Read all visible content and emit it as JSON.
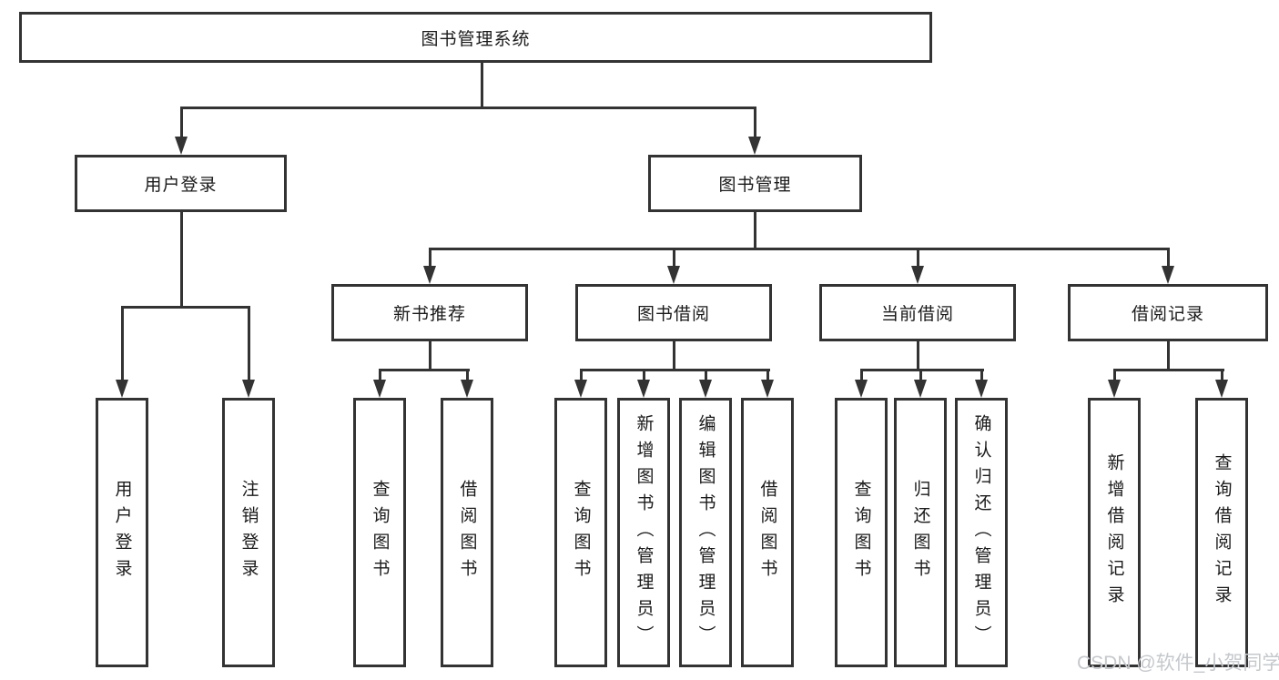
{
  "tree": {
    "root": "图书管理系统",
    "children": [
      {
        "label": "用户登录",
        "children": [
          "用户登录",
          "注销登录"
        ]
      },
      {
        "label": "图书管理",
        "children": [
          {
            "label": "新书推荐",
            "children": [
              "查询图书",
              "借阅图书"
            ]
          },
          {
            "label": "图书借阅",
            "children": [
              "查询图书",
              "新增图书（管理员）",
              "编辑图书（管理员）",
              "借阅图书"
            ]
          },
          {
            "label": "当前借阅",
            "children": [
              "查询图书",
              "归还图书",
              "确认归还（管理员）"
            ]
          },
          {
            "label": "借阅记录",
            "children": [
              "新增借阅记录",
              "查询借阅记录"
            ]
          }
        ]
      }
    ]
  },
  "watermark": {
    "text": "CSDN @软件_小贺同学"
  },
  "colors": {
    "line": "#333333",
    "text": "#1a1a1a",
    "background": "#ffffff",
    "watermark": "#c5c8cc"
  }
}
